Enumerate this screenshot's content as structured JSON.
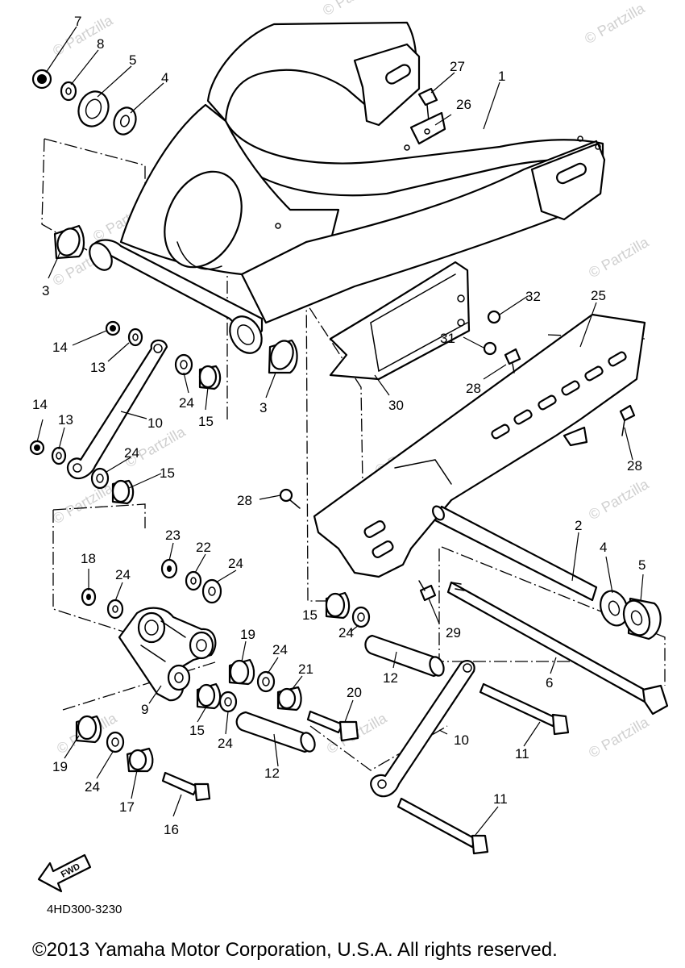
{
  "watermark": "© Partzilla",
  "watermark_center": "© Partzilla.com",
  "reference_code": "4HD300-3230",
  "copyright": "©2013  Yamaha Motor Corporation, U.S.A. All rights reserved.",
  "fwd_label": "FWD",
  "callouts": {
    "c1": "1",
    "c2": "2",
    "c3a": "3",
    "c3b": "3",
    "c4a": "4",
    "c4b": "4",
    "c5a": "5",
    "c5b": "5",
    "c6": "6",
    "c7": "7",
    "c8": "8",
    "c9": "9",
    "c10a": "10",
    "c10b": "10",
    "c11a": "11",
    "c11b": "11",
    "c12a": "12",
    "c12b": "12",
    "c13a": "13",
    "c13b": "13",
    "c14a": "14",
    "c14b": "14",
    "c15a": "15",
    "c15b": "15",
    "c15c": "15",
    "c15d": "15",
    "c16": "16",
    "c17": "17",
    "c18": "18",
    "c19a": "19",
    "c19b": "19",
    "c20": "20",
    "c21": "21",
    "c22": "22",
    "c23": "23",
    "c24a": "24",
    "c24b": "24",
    "c24c": "24",
    "c24d": "24",
    "c24e": "24",
    "c24f": "24",
    "c24g": "24",
    "c24h": "24",
    "c25": "25",
    "c26": "26",
    "c27": "27",
    "c28a": "28",
    "c28b": "28",
    "c28c": "28",
    "c29": "29",
    "c30": "30",
    "c31": "31",
    "c32": "32"
  }
}
